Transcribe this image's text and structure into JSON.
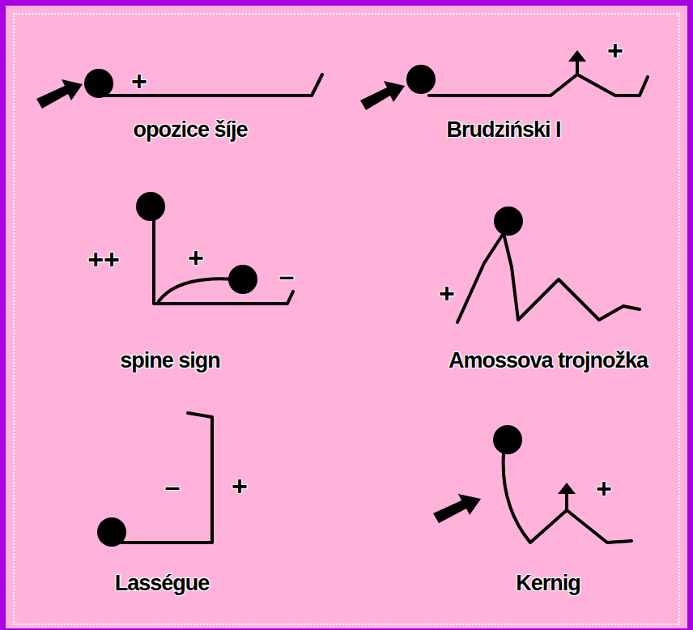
{
  "diagram": {
    "labels": [
      "+",
      "opozice šíje",
      "+",
      "Brudziński I",
      "++",
      "+",
      "–",
      "spine sign",
      "+",
      "Amossova trojnožka",
      "–",
      "+",
      "Lasségue",
      "+",
      "Kernig"
    ]
  }
}
